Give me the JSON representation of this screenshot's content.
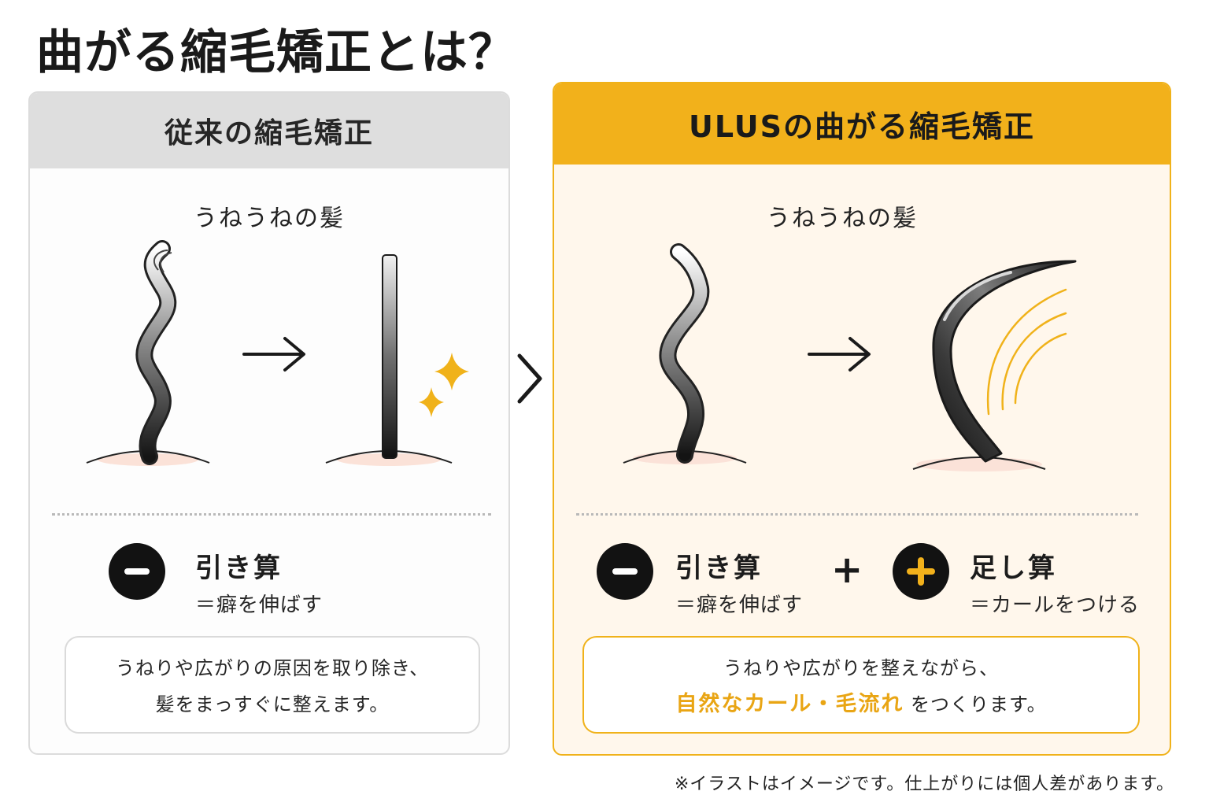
{
  "title": "曲がる縮毛矯正とは？",
  "left_panel": {
    "header": "従来の縮毛矯正",
    "subtitle": "うねうねの髪",
    "operation": {
      "title": "引き算",
      "desc": "＝癖を伸ばす"
    },
    "note_lines": [
      "うねりや広がりの原因を取り除き、",
      "髪をまっすぐに整えます。"
    ]
  },
  "right_panel": {
    "header": "ULUSの曲がる縮毛矯正",
    "subtitle": "うねうねの髪",
    "operation_minus": {
      "title": "引き算",
      "desc": "＝癖を伸ばす"
    },
    "plus_symbol": "+",
    "operation_plus": {
      "title": "足し算",
      "desc": "＝カールをつける"
    },
    "note_line1": "うねりや広がりを整えながら、",
    "note_highlight": "自然なカール・毛流れ",
    "note_rest": "をつくります。"
  },
  "footnote": "※イラストはイメージです。仕上がりには個人差があります。",
  "colors": {
    "accent": "#f2b11b",
    "highlight_text": "#e9a514",
    "gray_header": "#dedede"
  }
}
